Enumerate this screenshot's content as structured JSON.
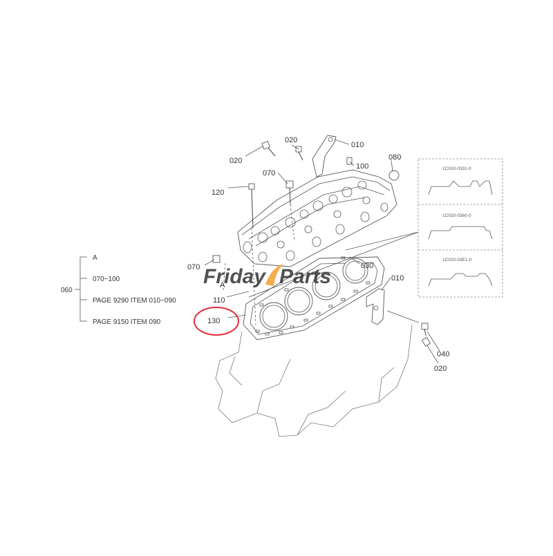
{
  "legend": {
    "root": "060",
    "items": [
      "A",
      "070~100",
      "PAGE 9290 ITEM 010~090",
      "PAGE 9150 ITEM 090"
    ]
  },
  "callouts": {
    "c010_top": "010",
    "c020_top": "020",
    "c020_left": "020",
    "c100": "100",
    "c080": "080",
    "c070_top": "070",
    "c120": "120",
    "c070_left": "070",
    "c110": "110",
    "c130": "130",
    "c030": "030",
    "c010_right": "010",
    "c040": "040",
    "c020_bottom": "020",
    "view_a": "A"
  },
  "detail_panels": [
    "1C020-0331-0",
    "1C020-0360-0",
    "1C020-03E1-0"
  ],
  "watermark": {
    "part1": "Friday",
    "part2": "Parts"
  },
  "colors": {
    "highlight_circle": "#e0303a",
    "watermark_blue": "#4a90d9",
    "watermark_orange": "#f0a030"
  }
}
